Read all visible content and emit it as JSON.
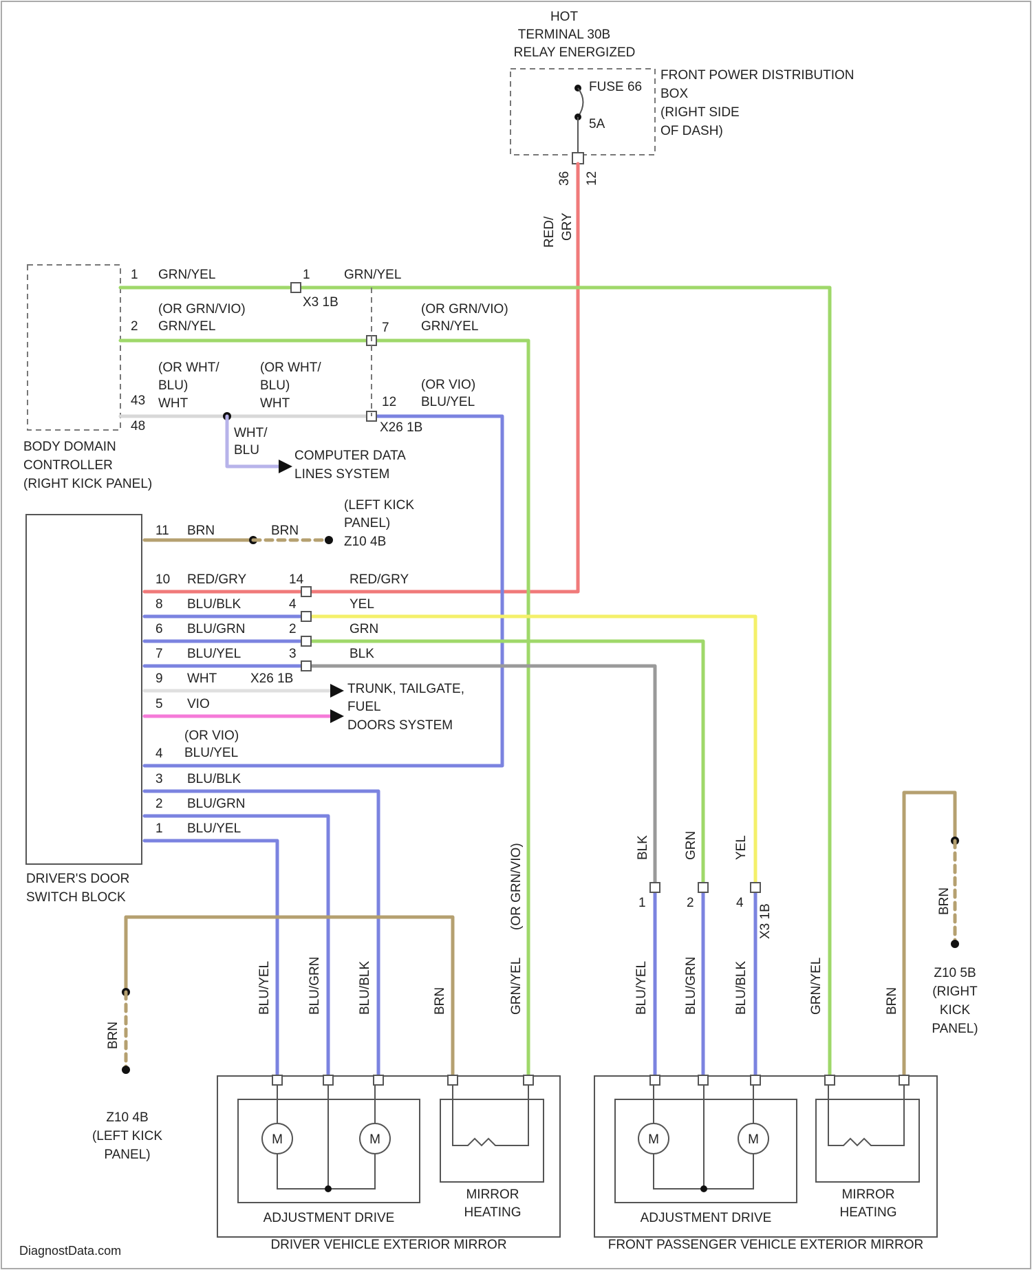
{
  "power": {
    "hot": "HOT",
    "terminal": "TERMINAL 30B",
    "relay": "RELAY ENERGIZED",
    "fuse": "FUSE 66",
    "amps": "5A",
    "box1": "FRONT POWER DISTRIBUTION",
    "box2": "BOX",
    "box3": "(RIGHT SIDE",
    "box4": "OF DASH)",
    "pin": "36",
    "conn": "12",
    "wire_color1": "RED/",
    "wire_color2": "GRY"
  },
  "bdc": {
    "name1": "BODY DOMAIN",
    "name2": "CONTROLLER",
    "name3": "(RIGHT KICK PANEL)",
    "pin1": "1",
    "pin2": "2",
    "pin43": "43",
    "pin48": "48",
    "w1": "GRN/YEL",
    "w2a": "(OR GRN/VIO)",
    "w2b": "GRN/YEL",
    "w3a": "(OR WHT/",
    "w3b": "BLU)",
    "w3c": "WHT",
    "w4a": "(OR WHT/",
    "w4b": "BLU)",
    "w4c": "WHT"
  },
  "splices": {
    "x3_pin": "1",
    "x3": "X3 1B",
    "x3_w": "GRN/YEL",
    "x3b_pin": "7",
    "x3b_wa": "(OR GRN/VIO)",
    "x3b_wb": "GRN/YEL",
    "x26_pin": "12",
    "x26": "X26 1B",
    "x26_wa": "(OR VIO)",
    "x26_wb": "BLU/YEL"
  },
  "data_lines": {
    "w1": "WHT/",
    "w2": "BLU",
    "label1": "COMPUTER DATA",
    "label2": "LINES SYSTEM"
  },
  "ground_left_top": {
    "pin": "11",
    "w1": "BRN",
    "w2": "BRN",
    "label1": "(LEFT KICK",
    "label2": "PANEL)",
    "label3": "Z10 4B"
  },
  "dds": {
    "name1": "DRIVER'S DOOR",
    "name2": "SWITCH BLOCK",
    "rows": [
      {
        "pin": "10",
        "w": "RED/GRY",
        "cpin": "14",
        "cw": "RED/GRY"
      },
      {
        "pin": "8",
        "w": "BLU/BLK",
        "cpin": "4",
        "cw": "YEL"
      },
      {
        "pin": "6",
        "w": "BLU/GRN",
        "cpin": "2",
        "cw": "GRN"
      },
      {
        "pin": "7",
        "w": "BLU/YEL",
        "cpin": "3",
        "cw": "BLK"
      },
      {
        "pin": "9",
        "w": "WHT",
        "cpin": "X26 1B",
        "cw": ""
      },
      {
        "pin": "5",
        "w": "VIO",
        "cpin": "",
        "cw": ""
      },
      {
        "pin": "4",
        "w": "(OR VIO)",
        "cpin": "",
        "cw": ""
      },
      {
        "pin": "3",
        "w": "BLU/BLK",
        "cpin": "",
        "cw": ""
      },
      {
        "pin": "2",
        "w": "BLU/GRN",
        "cpin": "",
        "cw": ""
      },
      {
        "pin": "1",
        "w": "BLU/YEL",
        "cpin": "",
        "cw": ""
      }
    ],
    "pin4b": "BLU/YEL",
    "trunk1": "TRUNK, TAILGATE,",
    "trunk2": "FUEL",
    "trunk3": "DOORS SYSTEM"
  },
  "mid_conn": {
    "w_blk": "BLK",
    "w_grn": "GRN",
    "w_yel": "YEL",
    "p1": "1",
    "p2": "2",
    "p4": "4",
    "conn": "X3 1B"
  },
  "driver_mirror": {
    "name": "DRIVER VEHICLE EXTERIOR MIRROR",
    "adj": "ADJUSTMENT DRIVE",
    "heat1": "MIRROR",
    "heat2": "HEATING",
    "w1": "BLU/YEL",
    "w2": "BLU/GRN",
    "w3": "BLU/BLK",
    "w4": "BRN",
    "w5": "GRN/YEL",
    "w5b": "(OR GRN/VIO)",
    "m": "M",
    "gnd_w": "BRN",
    "gnd1": "Z10 4B",
    "gnd2": "(LEFT KICK",
    "gnd3": "PANEL)"
  },
  "pass_mirror": {
    "name": "FRONT PASSENGER VEHICLE EXTERIOR MIRROR",
    "adj": "ADJUSTMENT DRIVE",
    "heat1": "MIRROR",
    "heat2": "HEATING",
    "w1": "BLU/YEL",
    "w2": "BLU/GRN",
    "w3": "BLU/BLK",
    "w4": "GRN/YEL",
    "w5": "BRN",
    "m": "M",
    "gnd_w": "BRN",
    "gnd1": "Z10 5B",
    "gnd2": "(RIGHT",
    "gnd3": "KICK",
    "gnd4": "PANEL)"
  },
  "watermark": "DiagnostData.com",
  "colors": {
    "red": "#f07a7a",
    "green": "#9fd86a",
    "blue": "#7b83e0",
    "yellow": "#f4f06a",
    "gray": "#9a9a9a",
    "brown": "#b5a070",
    "pink": "#f57ad8",
    "lav": "#b7b3ea"
  }
}
